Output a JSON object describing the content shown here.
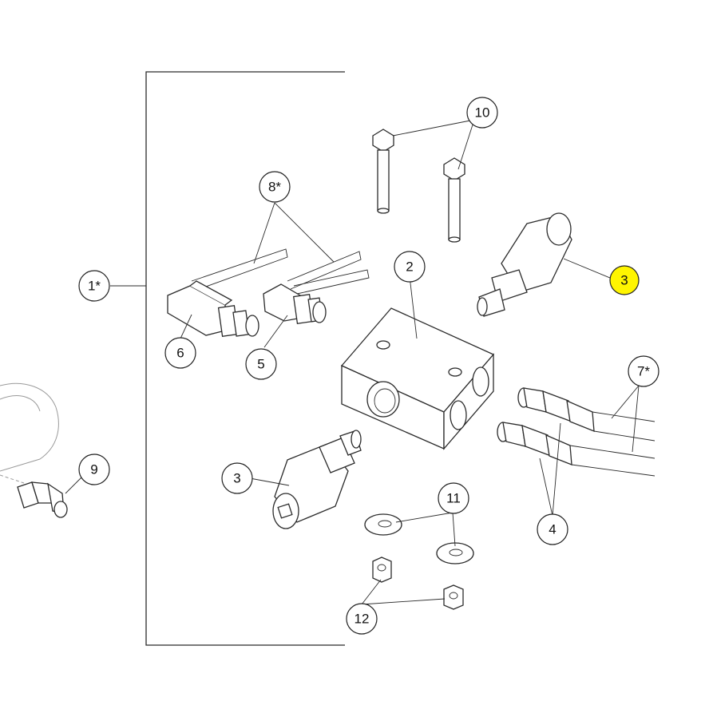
{
  "callouts": {
    "c1": "1*",
    "c2": "2",
    "c3a": "3",
    "c3b": "3",
    "c4": "4",
    "c5": "5",
    "c6": "6",
    "c7": "7*",
    "c8": "8*",
    "c9": "9",
    "c10": "10",
    "c11": "11",
    "c12": "12"
  },
  "colors": {
    "line": "#2b2b2b",
    "highlight": "#fff500",
    "background": "#ffffff"
  }
}
